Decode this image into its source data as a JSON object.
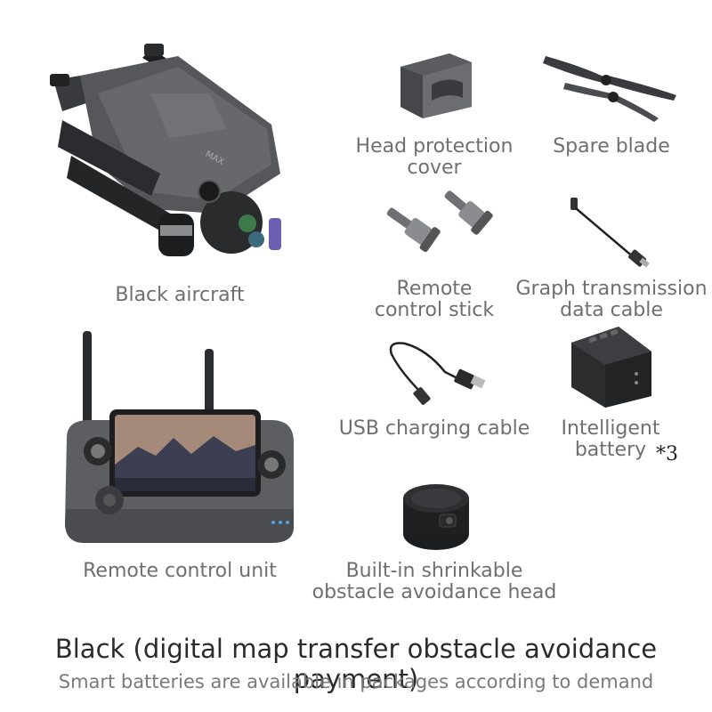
{
  "items": {
    "aircraft": {
      "label": "Black aircraft"
    },
    "head_cover": {
      "label_lines": [
        "Head protection",
        "cover"
      ]
    },
    "spare_blade": {
      "label": "Spare blade"
    },
    "control_stick": {
      "label_lines": [
        "Remote",
        "control stick"
      ]
    },
    "data_cable": {
      "label_lines": [
        "Graph transmission",
        "data cable"
      ]
    },
    "remote_unit": {
      "label": "Remote control unit"
    },
    "usb_cable": {
      "label": "USB charging cable"
    },
    "battery": {
      "label_lines": [
        "Intelligent",
        "battery"
      ],
      "quantity": "*3"
    },
    "obstacle_head": {
      "label_lines": [
        "Built-in shrinkable",
        "obstacle avoidance head"
      ]
    }
  },
  "footer": {
    "title": "Black (digital map transfer obstacle avoidance payment)",
    "subtitle": "Smart batteries are available in packages according to demand"
  },
  "colors": {
    "label": "#6f6f6f",
    "title": "#2b2b2b",
    "product_dark": "#2e2f31",
    "product_mid": "#4a4c4f"
  }
}
